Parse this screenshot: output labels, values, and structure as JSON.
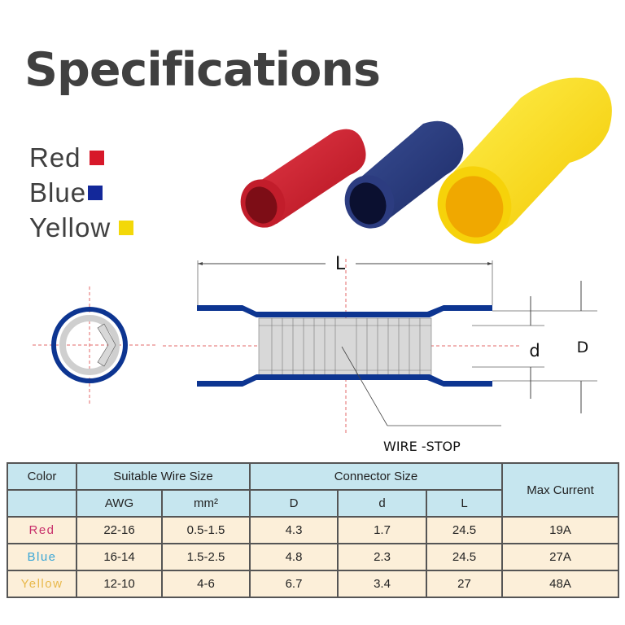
{
  "title": "Specifications",
  "legend": [
    {
      "label": "Red",
      "color": "#d7182a"
    },
    {
      "label": "Blue",
      "color": "#13289a"
    },
    {
      "label": "Yellow",
      "color": "#f3d809"
    }
  ],
  "diagram": {
    "length_label": "L",
    "inner_diameter_label": "d",
    "outer_diameter_label": "D",
    "wire_stop_label": "WIRE -STOP",
    "sleeve_color": "#0d3591",
    "barrel_color": "#d8d8d8",
    "centerline_color": "#e36a6a"
  },
  "table": {
    "headers": {
      "color": "Color",
      "wire_size": "Suitable Wire Size",
      "connector_size": "Connector Size",
      "max_current": "Max Current",
      "awg": "AWG",
      "mm2": "mm²",
      "D": "D",
      "d": "d",
      "L": "L"
    },
    "rows": [
      {
        "color": "Red",
        "text_color": "#c8306b",
        "awg": "22-16",
        "mm2": "0.5-1.5",
        "D": "4.3",
        "d": "1.7",
        "L": "24.5",
        "max_current": "19A"
      },
      {
        "color": "Blue",
        "text_color": "#3aa6d6",
        "awg": "16-14",
        "mm2": "1.5-2.5",
        "D": "4.8",
        "d": "2.3",
        "L": "24.5",
        "max_current": "27A"
      },
      {
        "color": "Yellow",
        "text_color": "#e8b84a",
        "awg": "12-10",
        "mm2": "4-6",
        "D": "6.7",
        "d": "3.4",
        "L": "27",
        "max_current": "48A"
      }
    ]
  }
}
